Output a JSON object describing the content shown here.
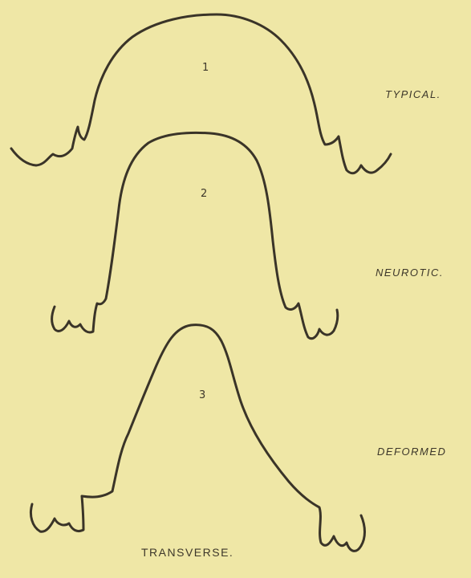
{
  "figures": [
    {
      "number": "1",
      "label": "TYPICAL."
    },
    {
      "number": "2",
      "label": "NEUROTIC."
    },
    {
      "number": "3",
      "label": "DEFORMED"
    }
  ],
  "caption": "TRANSVERSE.",
  "colors": {
    "paper": "#efe7a6",
    "ink": "#3a3428"
  }
}
